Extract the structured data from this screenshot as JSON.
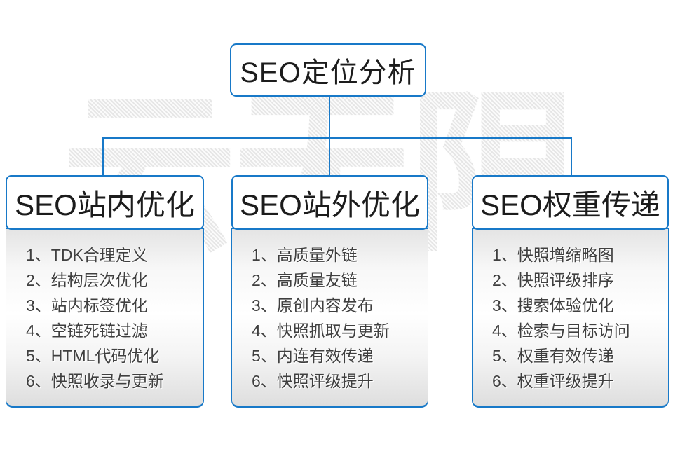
{
  "root": {
    "title": "SEO定位分析"
  },
  "watermark": {
    "text": "云无限"
  },
  "colors": {
    "accent_blue": "#1879c8",
    "header_text": "#1c1c1c",
    "list_text": "#3f3f3f"
  },
  "columns": [
    {
      "header": "SEO站内优化",
      "items": [
        "1、TDK合理定义",
        "2、结构层次优化",
        "3、站内标签优化",
        "4、空链死链过滤",
        "5、HTML代码优化",
        "6、快照收录与更新"
      ]
    },
    {
      "header": "SEO站外优化",
      "items": [
        "1、高质量外链",
        "2、高质量友链",
        "3、原创内容发布",
        "4、快照抓取与更新",
        "5、内连有效传递",
        "6、快照评级提升"
      ]
    },
    {
      "header": "SEO权重传递",
      "items": [
        "1、快照增缩略图",
        "2、快照评级排序",
        "3、搜索体验优化",
        "4、检索与目标访问",
        "5、权重有效传递",
        "6、权重评级提升"
      ]
    }
  ]
}
